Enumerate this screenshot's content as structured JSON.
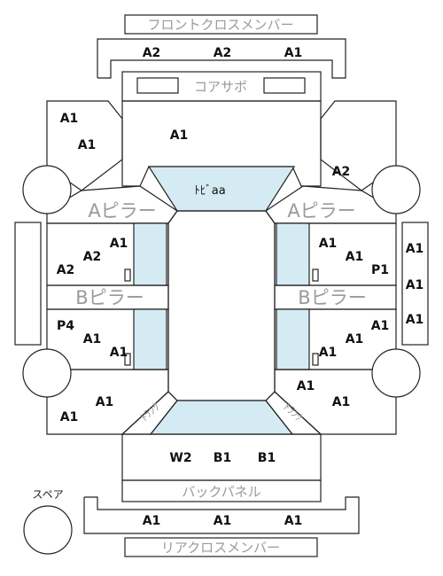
{
  "colors": {
    "line": "#222222",
    "fill_light_blue": "#d5ebf3",
    "text_grey": "#9a9a9a",
    "text_black": "#111111",
    "background": "#ffffff"
  },
  "parts": {
    "front_cross_member": "フロントクロスメンバー",
    "core_support": "コアサポ",
    "a_pillar_left": "Aピラー",
    "a_pillar_right": "Aピラー",
    "b_pillar_left": "Bピラー",
    "b_pillar_right": "Bピラー",
    "back_panel": "バックパネル",
    "rear_cross_member": "リアクロスメンバー",
    "spare": "スペア",
    "roof": "ﾄﾋﾞaa",
    "trunk_left": "ﾄﾗﾝｸ",
    "trunk_right": "ﾄﾗﾝｸ"
  },
  "grades": {
    "front_cross": [
      "A2",
      "A2",
      "A1"
    ],
    "front_left_fender_top": "A1",
    "front_left_fender_bottom": "A1",
    "hood": "A1",
    "front_right_fender": "A2",
    "front_door_left": [
      "A1",
      "A2",
      "A2"
    ],
    "front_door_right": [
      "A1",
      "A1",
      "P1"
    ],
    "left_side_sill": [],
    "right_side_sill": [
      "A1",
      "A1",
      "A1"
    ],
    "rear_door_left": [
      "P4",
      "A1",
      "A1"
    ],
    "rear_door_right": [
      "A1",
      "A1",
      "A1"
    ],
    "rear_left_quarter": [
      "A1",
      "A1"
    ],
    "rear_right_quarter": [
      "A1",
      "A1"
    ],
    "trunk_row": [
      "W2",
      "B1",
      "B1"
    ],
    "rear_cross": [
      "A1",
      "A1",
      "A1"
    ]
  }
}
